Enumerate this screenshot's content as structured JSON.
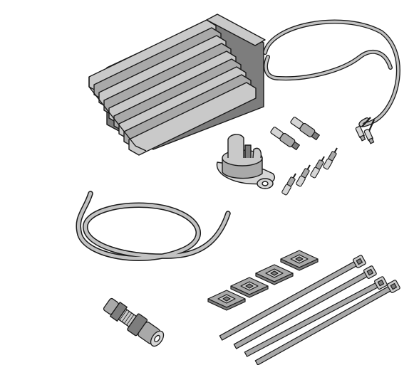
{
  "colors": {
    "background": "#ffffff",
    "stroke": "#1a1a1a",
    "part_fill": "#a9a9a9",
    "part_light": "#c9c9c9",
    "part_dark": "#7d7d7d",
    "tube_fill": "#c2c2c2",
    "metal_fill": "#d6d6d6"
  },
  "parts": [
    {
      "name": "heater-heatsink",
      "icon": "finned-heatsink-icon"
    },
    {
      "name": "heater-cable",
      "icon": "coiled-cable-icon"
    },
    {
      "name": "cable-end-terminals",
      "icon": "crimp-terminal-icon"
    },
    {
      "name": "thermostat",
      "icon": "bimetal-thermostat-icon"
    },
    {
      "name": "flat-spade-connectors",
      "icon": "spade-connector-icon"
    },
    {
      "name": "pin-terminals",
      "icon": "pin-terminal-icon"
    },
    {
      "name": "protective-hose",
      "icon": "coiled-hose-icon"
    },
    {
      "name": "cable-gland",
      "icon": "cable-gland-icon"
    },
    {
      "name": "adhesive-tie-mounts",
      "icon": "tie-mount-icon"
    },
    {
      "name": "cable-ties",
      "icon": "cable-tie-icon"
    }
  ]
}
